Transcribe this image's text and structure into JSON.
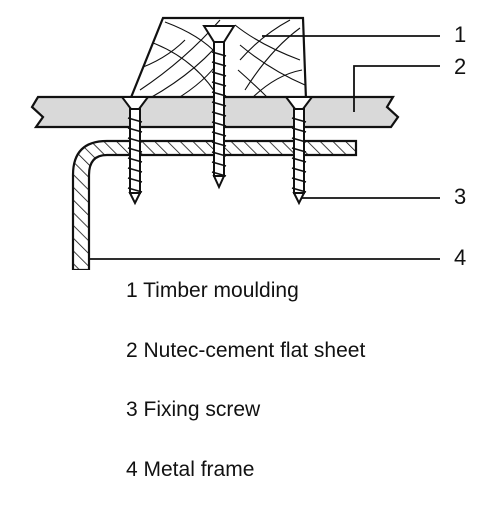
{
  "callouts": [
    {
      "num": "1"
    },
    {
      "num": "2"
    },
    {
      "num": "3"
    },
    {
      "num": "4"
    }
  ],
  "legend": [
    "1 Timber moulding",
    "2 Nutec-cement flat sheet",
    "3 Fixing screw",
    "4 Metal frame"
  ],
  "colors": {
    "line": "#111111",
    "sheet_fill": "#d9d9d9",
    "background": "#ffffff"
  }
}
